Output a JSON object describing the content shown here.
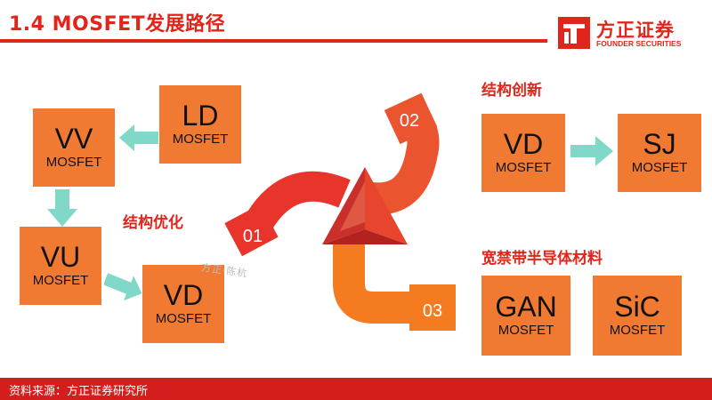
{
  "header": {
    "title": "1.4 MOSFET发展路径",
    "logo_cn": "方正证券",
    "logo_en": "FOUNDER SECURITIES",
    "accent_color": "#e0261b"
  },
  "boxes": {
    "ld": {
      "big": "LD",
      "small": "MOSFET"
    },
    "vv": {
      "big": "VV",
      "small": "MOSFET"
    },
    "vu": {
      "big": "VU",
      "small": "MOSFET"
    },
    "vd_left": {
      "big": "VD",
      "small": "MOSFET"
    },
    "vd_right": {
      "big": "VD",
      "small": "MOSFET"
    },
    "sj": {
      "big": "SJ",
      "small": "MOSFET"
    },
    "gan": {
      "big": "GAN",
      "small": "MOSFET"
    },
    "sic": {
      "big": "SiC",
      "small": "MOSFET"
    }
  },
  "labels": {
    "structure_optimization": "结构优化",
    "structure_innovation": "结构创新",
    "wide_bandgap": "宽禁带半导体材料"
  },
  "center": {
    "n01": "01",
    "n02": "02",
    "n03": "03"
  },
  "watermark": "方正·陈杭",
  "footer": {
    "source": "资料来源：方正证券研究所"
  },
  "colors": {
    "box": "#f07a32",
    "arrow": "#7fd8c8",
    "footer": "#d41e1e"
  }
}
